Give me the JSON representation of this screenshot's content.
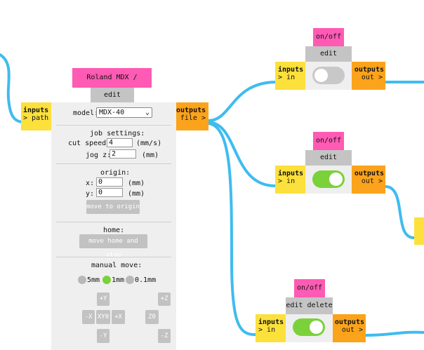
{
  "machine": {
    "title": "Roland MDX / iModela",
    "bar": "edit delete",
    "inputs": {
      "header": "inputs",
      "port": "path"
    },
    "outputs": {
      "header": "outputs",
      "port": "file"
    },
    "model_label": "model:",
    "model_value": "MDX-40",
    "job_settings": "job settings:",
    "cut_speed_label": "cut speed:",
    "cut_speed_value": "4",
    "cut_speed_unit": "(mm/s)",
    "jog_z_label": "jog z:",
    "jog_z_value": "2",
    "jog_z_unit": "(mm)",
    "origin_label": "origin:",
    "x_label": "x:",
    "x_value": "0",
    "x_unit": "(mm)",
    "y_label": "y:",
    "y_value": "0",
    "y_unit": "(mm)",
    "move_to_origin": "move to origin",
    "home_label": "home:",
    "move_home": "move home and stop",
    "manual_move": "manual move:",
    "steps": [
      "5mm",
      "1mm",
      "0.1mm"
    ],
    "selected_step": 1,
    "jog": {
      "py": "+Y",
      "mx": "-X",
      "xy0": "XY0",
      "px": "+X",
      "my": "-Y",
      "pz": "+Z",
      "z0": "Z0",
      "mz": "-Z"
    }
  },
  "switches": [
    {
      "title": "on/off",
      "bar": "edit delete",
      "in_header": "inputs",
      "in_port": "in",
      "out_header": "outputs",
      "out_port": "out",
      "on": false
    },
    {
      "title": "on/off",
      "bar": "edit delete",
      "in_header": "inputs",
      "in_port": "in",
      "out_header": "outputs",
      "out_port": "out",
      "on": true
    },
    {
      "title": "on/off",
      "bar": "edit delete",
      "in_header": "inputs",
      "in_port": "in",
      "out_header": "outputs",
      "out_port": "out",
      "on": true
    }
  ],
  "colors": {
    "wire": "#3fbcef",
    "title": "#ff5ab4",
    "input": "#fce03c",
    "output": "#fba31b",
    "toggle_on": "#7bd13a",
    "toggle_off": "#c8c8c8"
  }
}
